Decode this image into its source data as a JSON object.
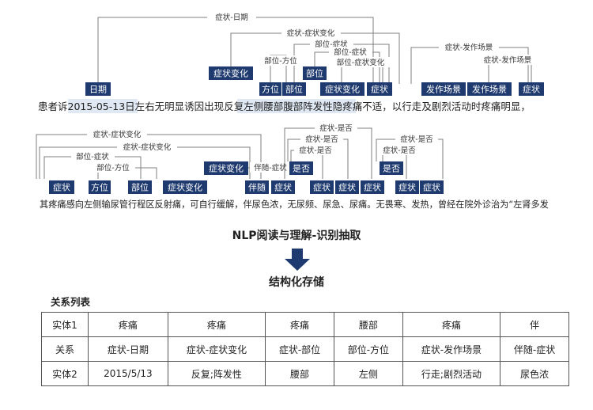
{
  "sentence1": {
    "pre": "患者诉",
    "date": "2015-05-13",
    "mid1": "日左右无明显诱因出现",
    "rep": "反复",
    "left": "左侧",
    "waist": "腰部",
    "belly": "腹部",
    "parox": "阵发性",
    "dull": "隐疼痛",
    "mid2": "不适，以",
    "walk": "行走",
    "and": "及",
    "exer": "剧烈活动",
    "when": "时",
    "pain": "疼痛",
    "end": "明显，"
  },
  "sentence2": {
    "pre": "其",
    "pain": "疼痛",
    "feel": "感向",
    "left": "左侧",
    "ureter": "输尿管",
    "route": "行程区",
    "radiate": "反射痛",
    "mid": "，可自行",
    "relief": "缓解",
    "comma1": "，",
    "with": "伴",
    "urine": "尿色浓",
    "comma2": "，",
    "no": "无",
    "freq": "尿频",
    "dun1": "、",
    "urg": "尿急",
    "dun2": "、",
    "painu": "尿痛",
    "dot": "。",
    "no2": "无",
    "chill": "畏寒",
    "dun3": "、",
    "fever": "发热",
    "end": "，曾经在院外诊治为“左肾多发"
  },
  "tags1": {
    "date": "日期",
    "change": "症状变化",
    "pos1": "方位",
    "part1": "部位",
    "part2": "部位",
    "change2": "症状变化",
    "symptom": "症状",
    "scene1": "发作场景",
    "scene2": "发作场景",
    "symptom2": "症状"
  },
  "rels1": {
    "date": "症状-日期",
    "change": "症状-症状变化",
    "part": "部位-症状",
    "pos": "部位-方位",
    "part2": "部位-症状",
    "change2": "部位-症状变化",
    "scene1": "症状-发作场景",
    "scene2": "症状-发作场景"
  },
  "tags2": {
    "symptom": "症状",
    "pos": "方位",
    "part": "部位",
    "change": "症状变化",
    "change2": "症状变化",
    "with": "伴随",
    "symptom2": "症状",
    "yesno1": "是否",
    "s3": "症状",
    "s4": "症状",
    "s5": "症状",
    "yesno2": "是否",
    "s6": "症状",
    "s7": "症状"
  },
  "rels2": {
    "change": "症状-症状变化",
    "change2": "症状-症状变化",
    "part": "部位-症状",
    "pos": "部位-方位",
    "with": "伴随-症状",
    "yn1": "症状-是否",
    "yn2": "症状-是否",
    "yn3": "症状-是否",
    "yn4": "症状-是否",
    "yn5": "症状-是否"
  },
  "process": {
    "step1": "NLP阅读与理解-识别抽取",
    "step2": "结构化存储"
  },
  "table": {
    "title": "关系列表",
    "rows": [
      [
        "实体1",
        "疼痛",
        "疼痛",
        "疼痛",
        "腰部",
        "疼痛",
        "伴"
      ],
      [
        "关系",
        "症状-日期",
        "症状-症状变化",
        "症状-部位",
        "部位-方位",
        "症状-发作场景",
        "伴随-症状"
      ],
      [
        "实体2",
        "2015/5/13",
        "反复;阵发性",
        "腰部",
        "左侧",
        "行走;剧烈活动",
        "尿色浓"
      ]
    ]
  }
}
